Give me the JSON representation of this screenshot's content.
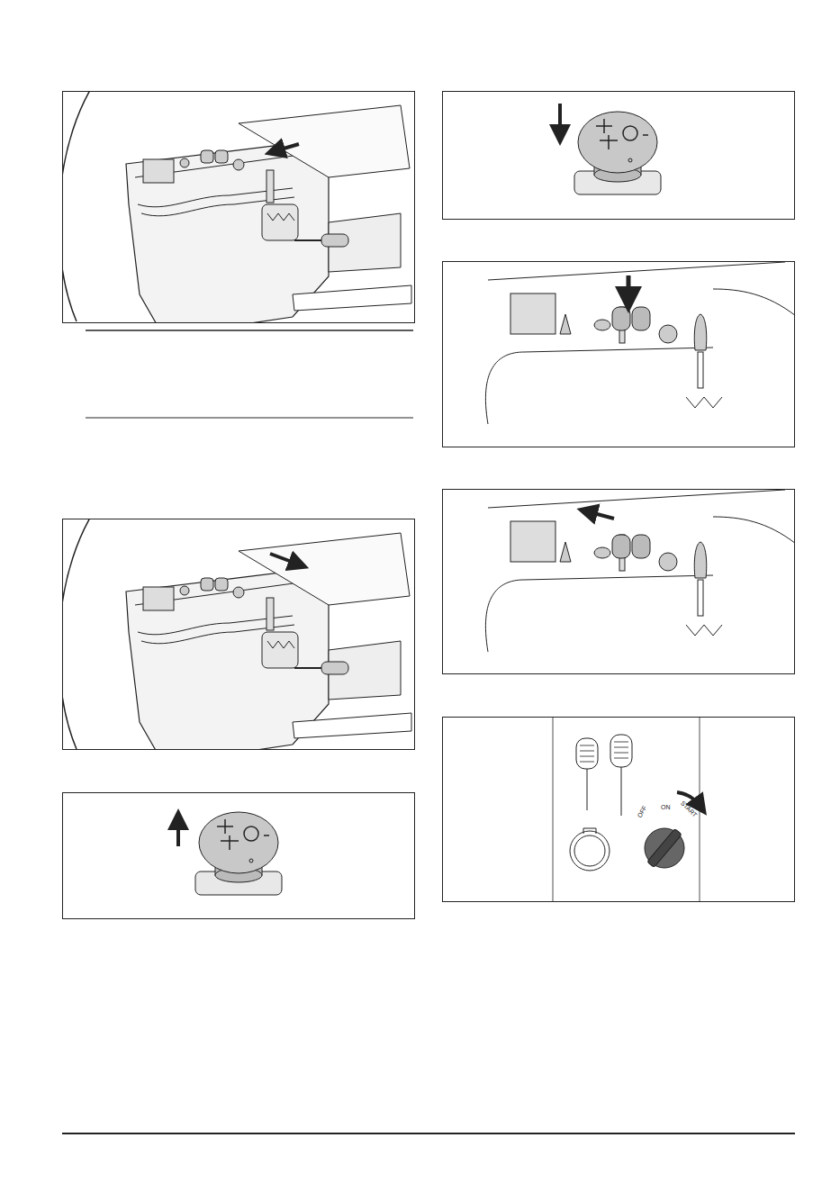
{
  "diagram": {
    "labels": [
      "OFF",
      "ON",
      "START"
    ]
  }
}
